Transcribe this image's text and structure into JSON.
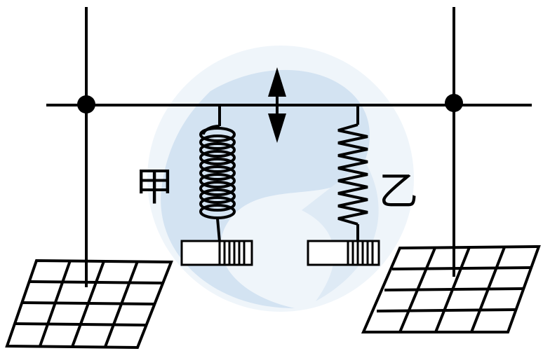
{
  "labels": {
    "left_spring": "甲",
    "right_spring": "乙"
  },
  "colors": {
    "line": "#000000",
    "watermark": "#c9dcef",
    "watermark_light": "#e4eef8"
  },
  "icons": {
    "motion_indicator": "double-arrow-vertical-icon",
    "watermark": "circular-logo-watermark"
  }
}
